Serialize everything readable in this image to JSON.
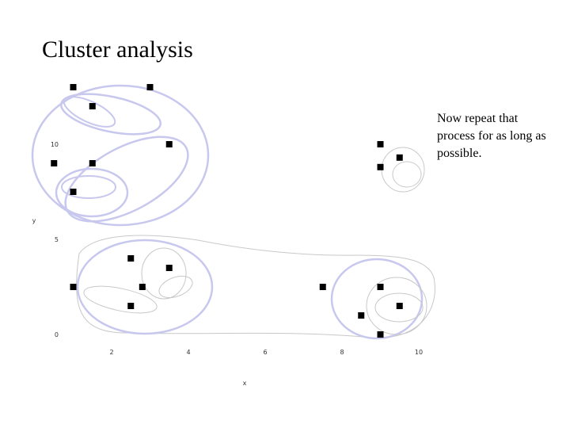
{
  "slide": {
    "title": "Cluster analysis",
    "note": "Now repeat that process for as long as possible."
  },
  "colors": {
    "cluster_outline": "#c8c8ee",
    "outer_outline": "#c8c8c8",
    "points": "#000000"
  },
  "chart_data": {
    "type": "scatter",
    "title": "",
    "xlabel": "x",
    "ylabel": "y",
    "xlim": [
      0,
      10.3
    ],
    "ylim": [
      0,
      11.1
    ],
    "x_ticks": [
      2,
      4,
      6,
      8,
      10
    ],
    "y_ticks": [
      0,
      5,
      10
    ],
    "x_tick_labels": [
      "2",
      "4",
      "6",
      "8",
      "10"
    ],
    "y_tick_labels": [
      "0",
      "5",
      "10"
    ],
    "grid": false,
    "series": [
      {
        "points": [
          [
            1.0,
            13.0
          ],
          [
            3.0,
            13.0
          ],
          [
            1.5,
            12.0
          ],
          [
            3.5,
            10.0
          ],
          [
            0.5,
            9.0
          ],
          [
            1.5,
            9.0
          ],
          [
            1.0,
            7.5
          ],
          [
            9.0,
            10.0
          ],
          [
            9.5,
            9.3
          ],
          [
            9.0,
            8.8
          ],
          [
            2.5,
            4.0
          ],
          [
            3.5,
            3.5
          ],
          [
            1.0,
            2.5
          ],
          [
            2.8,
            2.5
          ],
          [
            2.5,
            1.5
          ],
          [
            7.5,
            2.5
          ],
          [
            9.0,
            2.5
          ],
          [
            9.5,
            1.5
          ],
          [
            8.5,
            1.0
          ],
          [
            9.0,
            0.0
          ]
        ]
      }
    ]
  }
}
